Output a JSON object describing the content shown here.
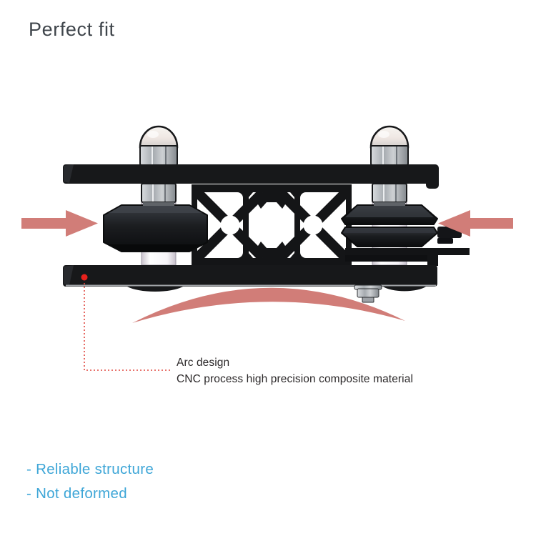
{
  "title": "Perfect fit",
  "annotation": {
    "line1": "Arc design",
    "line2": "CNC process high precision composite material"
  },
  "features": [
    {
      "label": "- Reliable structure"
    },
    {
      "label": "- Not deformed"
    }
  ],
  "icons": {
    "left_arrow": "inward-pressure-arrow-pointing-right",
    "right_arrow": "inward-pressure-arrow-pointing-left",
    "arc": "arc-swoosh-under-plate",
    "dot": "red-highlight-dot-with-dotted-leader"
  },
  "colors": {
    "accent_salmon": "#d17d78",
    "highlight_red": "#e8211c",
    "leader_red": "#e0453d",
    "feature_blue": "#3ea6d7",
    "title_gray": "#3f454b",
    "assembly_black": "#17181a",
    "metal_gray": "#a6abb0",
    "background": "#ffffff"
  }
}
